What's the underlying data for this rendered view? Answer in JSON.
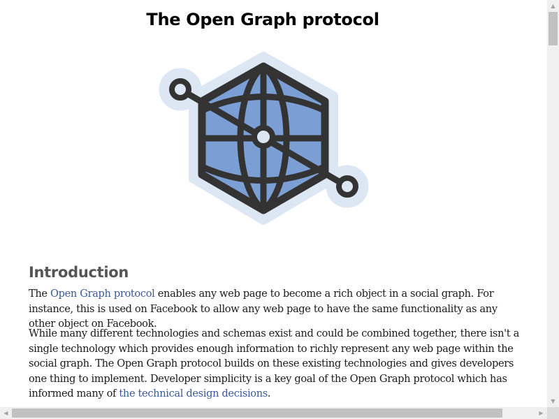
{
  "page": {
    "title": "The Open Graph protocol"
  },
  "logo": {
    "icon": "open-graph-globe-logo",
    "colors": {
      "halo": "#dde7f4",
      "fill": "#7b9fd4",
      "stroke": "#333333"
    }
  },
  "intro": {
    "heading": "Introduction",
    "p1_link": "Open Graph protocol",
    "p1_before": "The ",
    "p1_after": " enables any web page to become a rich object in a social graph. For instance, this is used on Facebook to allow any web page to have the same functionality as any other object on Facebook.",
    "p2_text": "While many different technologies and schemas exist and could be combined together, there isn't a single technology which provides enough information to richly represent any web page within the social graph. The Open Graph protocol builds on these existing technologies and gives developers one thing to implement. Developer simplicity is a key goal of the Open Graph protocol which has informed many of ",
    "p2_link": "the technical design decisions",
    "p2_after": "."
  },
  "scrollbars": {
    "up_arrow": "▲",
    "down_arrow": "▼",
    "left_arrow": "◀",
    "right_arrow": "▶"
  },
  "colors": {
    "link": "#3b5998",
    "heading": "#555555",
    "body_text": "#1a1a1a"
  }
}
